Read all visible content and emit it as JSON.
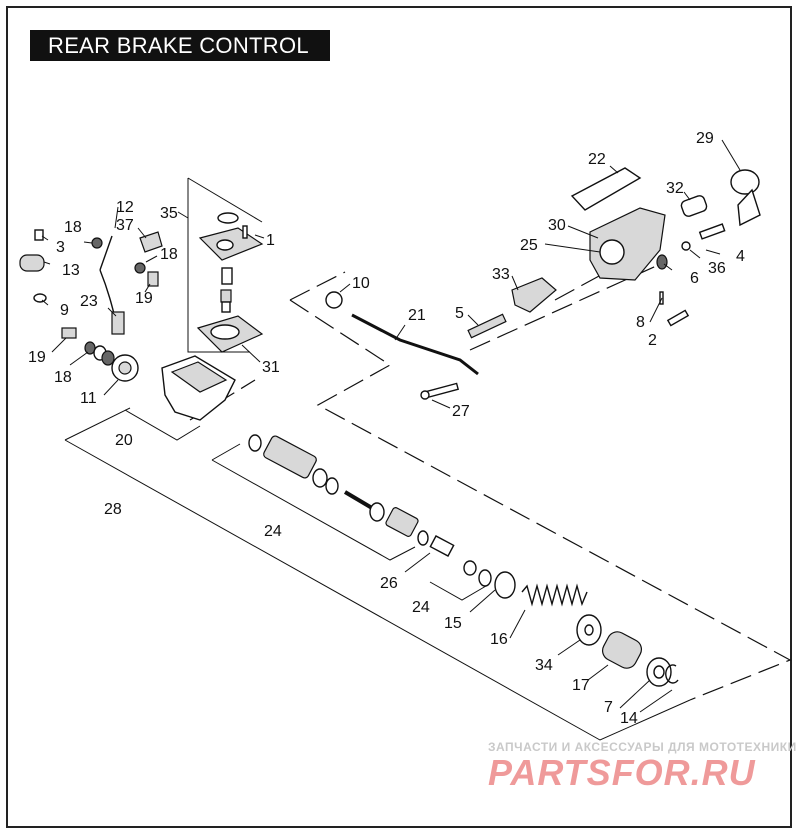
{
  "title": "REAR BRAKE CONTROL",
  "watermark": {
    "tagline": "ЗАПЧАСТИ И АКСЕССУАРЫ ДЛЯ МОТОТЕХНИКИ",
    "brand": "PARTSFOR.RU"
  },
  "callouts": [
    {
      "id": "c1",
      "text": "1"
    },
    {
      "id": "c2",
      "text": "2"
    },
    {
      "id": "c3",
      "text": "3"
    },
    {
      "id": "c4",
      "text": "4"
    },
    {
      "id": "c5",
      "text": "5"
    },
    {
      "id": "c6",
      "text": "6"
    },
    {
      "id": "c7",
      "text": "7"
    },
    {
      "id": "c8",
      "text": "8"
    },
    {
      "id": "c9",
      "text": "9"
    },
    {
      "id": "c10",
      "text": "10"
    },
    {
      "id": "c11",
      "text": "11"
    },
    {
      "id": "c12",
      "text": "12"
    },
    {
      "id": "c13",
      "text": "13"
    },
    {
      "id": "c14",
      "text": "14"
    },
    {
      "id": "c15",
      "text": "15"
    },
    {
      "id": "c16",
      "text": "16"
    },
    {
      "id": "c17",
      "text": "17"
    },
    {
      "id": "c18a",
      "text": "18"
    },
    {
      "id": "c18b",
      "text": "18"
    },
    {
      "id": "c18c",
      "text": "18"
    },
    {
      "id": "c19a",
      "text": "19"
    },
    {
      "id": "c19b",
      "text": "19"
    },
    {
      "id": "c20",
      "text": "20"
    },
    {
      "id": "c21",
      "text": "21"
    },
    {
      "id": "c22",
      "text": "22"
    },
    {
      "id": "c23",
      "text": "23"
    },
    {
      "id": "c24a",
      "text": "24"
    },
    {
      "id": "c24b",
      "text": "24"
    },
    {
      "id": "c25",
      "text": "25"
    },
    {
      "id": "c26",
      "text": "26"
    },
    {
      "id": "c27",
      "text": "27"
    },
    {
      "id": "c28",
      "text": "28"
    },
    {
      "id": "c29",
      "text": "29"
    },
    {
      "id": "c30",
      "text": "30"
    },
    {
      "id": "c31",
      "text": "31"
    },
    {
      "id": "c32",
      "text": "32"
    },
    {
      "id": "c33",
      "text": "33"
    },
    {
      "id": "c34",
      "text": "34"
    },
    {
      "id": "c35",
      "text": "35"
    },
    {
      "id": "c36",
      "text": "36"
    },
    {
      "id": "c37",
      "text": "37"
    }
  ]
}
